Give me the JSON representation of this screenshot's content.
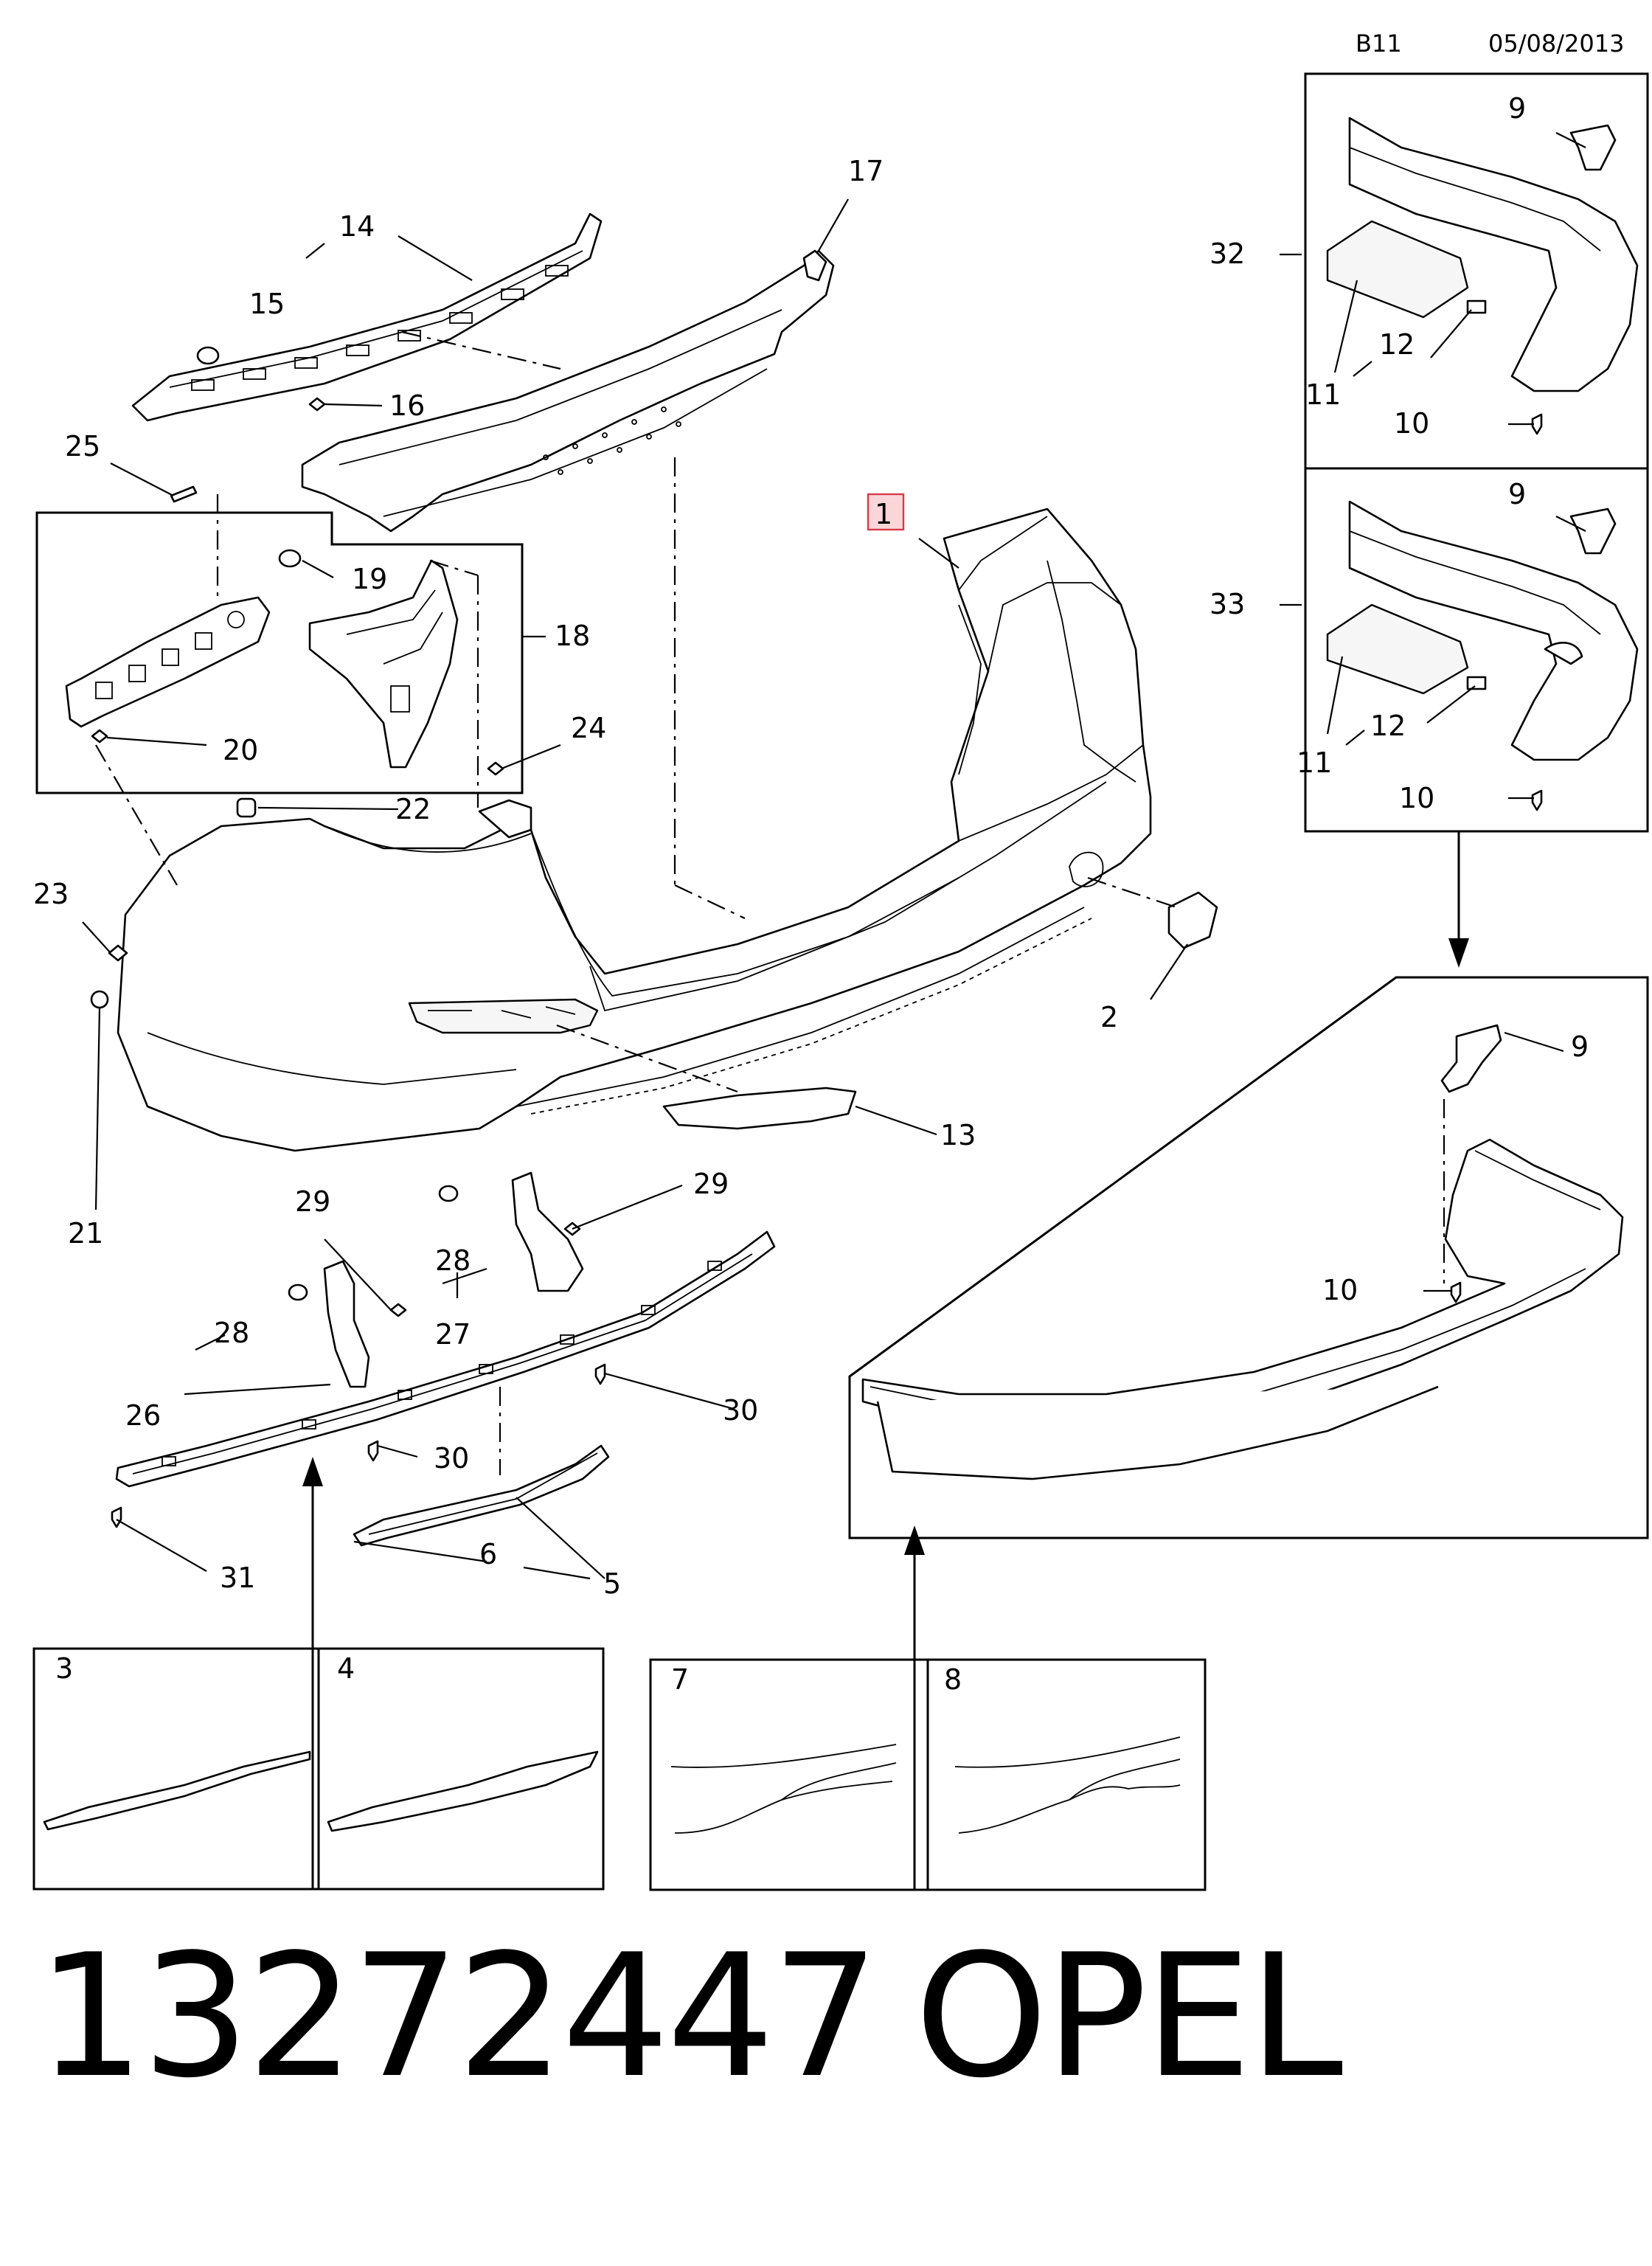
{
  "header": {
    "code": "B11",
    "date": "05/08/2013"
  },
  "footer": {
    "part_number": "13272447",
    "brand": "OPEL"
  },
  "highlight": {
    "label": "1",
    "fill": "#fbd6d9",
    "stroke": "#d63c4a"
  },
  "callouts": {
    "c1": "1",
    "c2": "2",
    "c3": "3",
    "c4": "4",
    "c5": "5",
    "c6": "6",
    "c7": "7",
    "c8": "8",
    "c9a": "9",
    "c9b": "9",
    "c9c": "9",
    "c10a": "10",
    "c10b": "10",
    "c10c": "10",
    "c11a": "11",
    "c11b": "11",
    "c12a": "12",
    "c12b": "12",
    "c13": "13",
    "c14": "14",
    "c15": "15",
    "c16": "16",
    "c17": "17",
    "c18": "18",
    "c19": "19",
    "c20": "20",
    "c21": "21",
    "c22": "22",
    "c23": "23",
    "c24": "24",
    "c25": "25",
    "c26": "26",
    "c27": "27",
    "c28a": "28",
    "c28b": "28",
    "c29a": "29",
    "c29b": "29",
    "c30a": "30",
    "c30b": "30",
    "c31": "31",
    "c32": "32",
    "c33": "33"
  }
}
